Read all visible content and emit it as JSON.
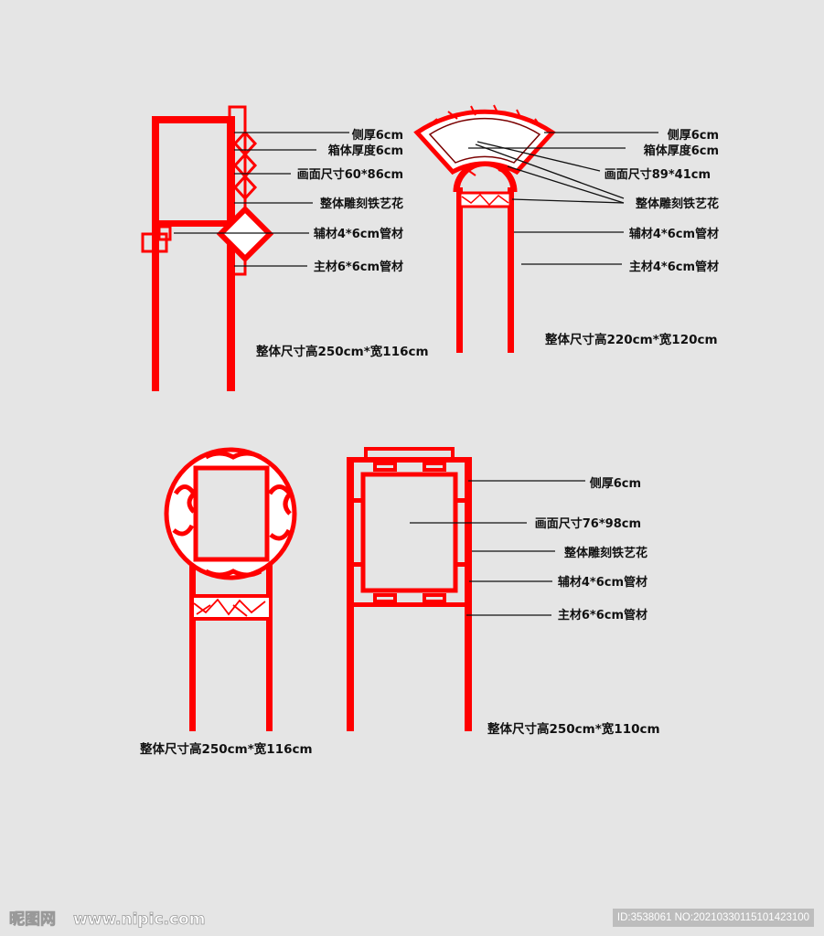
{
  "colors": {
    "background": "#e5e5e5",
    "frame": "#ff0000",
    "leader": "#111111"
  },
  "drawing1": {
    "labels": [
      "侧厚6cm",
      "箱体厚度6cm",
      "画面尺寸60*86cm",
      "整体雕刻铁艺花",
      "辅材4*6cm管材",
      "主材6*6cm管材"
    ],
    "dimension": "整体尺寸高250cm*宽116cm"
  },
  "drawing2": {
    "labels": [
      "侧厚6cm",
      "箱体厚度6cm",
      "画面尺寸89*41cm",
      "整体雕刻铁艺花",
      "辅材4*6cm管材",
      "主材4*6cm管材"
    ],
    "dimension": "整体尺寸高220cm*宽120cm"
  },
  "drawing3": {
    "dimension": "整体尺寸高250cm*宽116cm"
  },
  "drawing4": {
    "labels": [
      "侧厚6cm",
      "画面尺寸76*98cm",
      "整体雕刻铁艺花",
      "辅材4*6cm管材",
      "主材6*6cm管材"
    ],
    "dimension": "整体尺寸高250cm*宽110cm"
  },
  "watermark": {
    "logo": "昵图网",
    "site": "www.nipic.com",
    "id": "ID:3538061 NO:20210330115101423100"
  }
}
